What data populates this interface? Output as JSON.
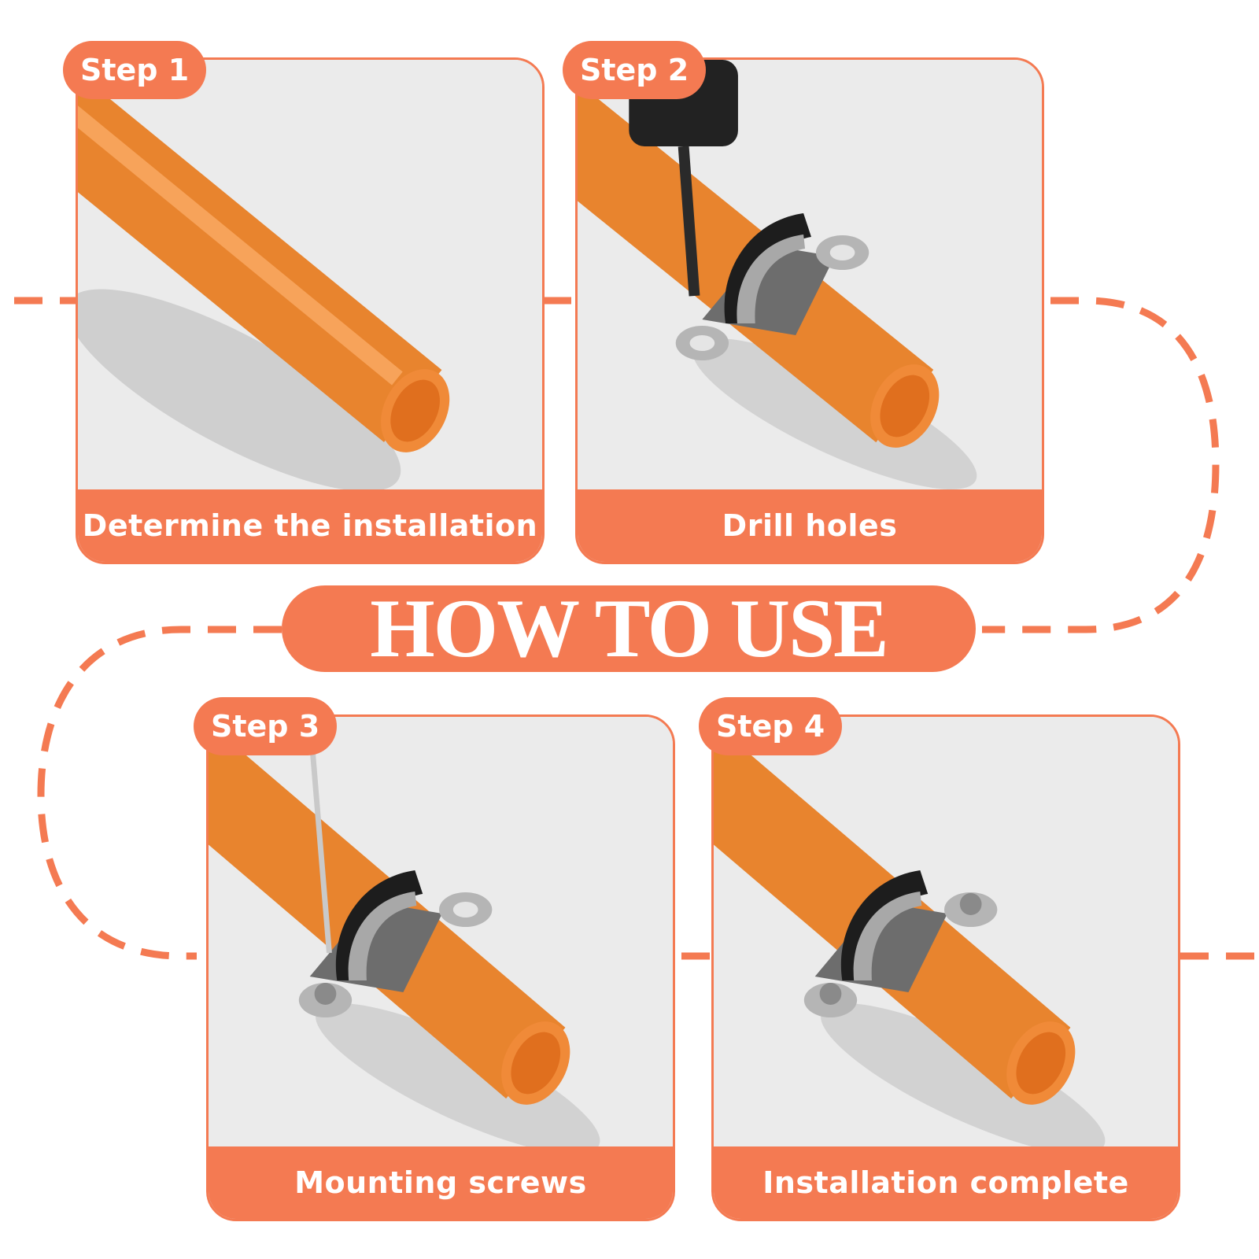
{
  "title": "HOW TO USE",
  "accent_color": "#f47a52",
  "steps": [
    {
      "badge": "Step 1",
      "caption": "Determine the installation",
      "image": "orange pipe"
    },
    {
      "badge": "Step 2",
      "caption": "Drill holes",
      "image": "drill over pipe clamp"
    },
    {
      "badge": "Step 3",
      "caption": "Mounting screws",
      "image": "screwdriver and pipe clamp"
    },
    {
      "badge": "Step 4",
      "caption": "Installation complete",
      "image": "pipe clamp installed"
    }
  ]
}
